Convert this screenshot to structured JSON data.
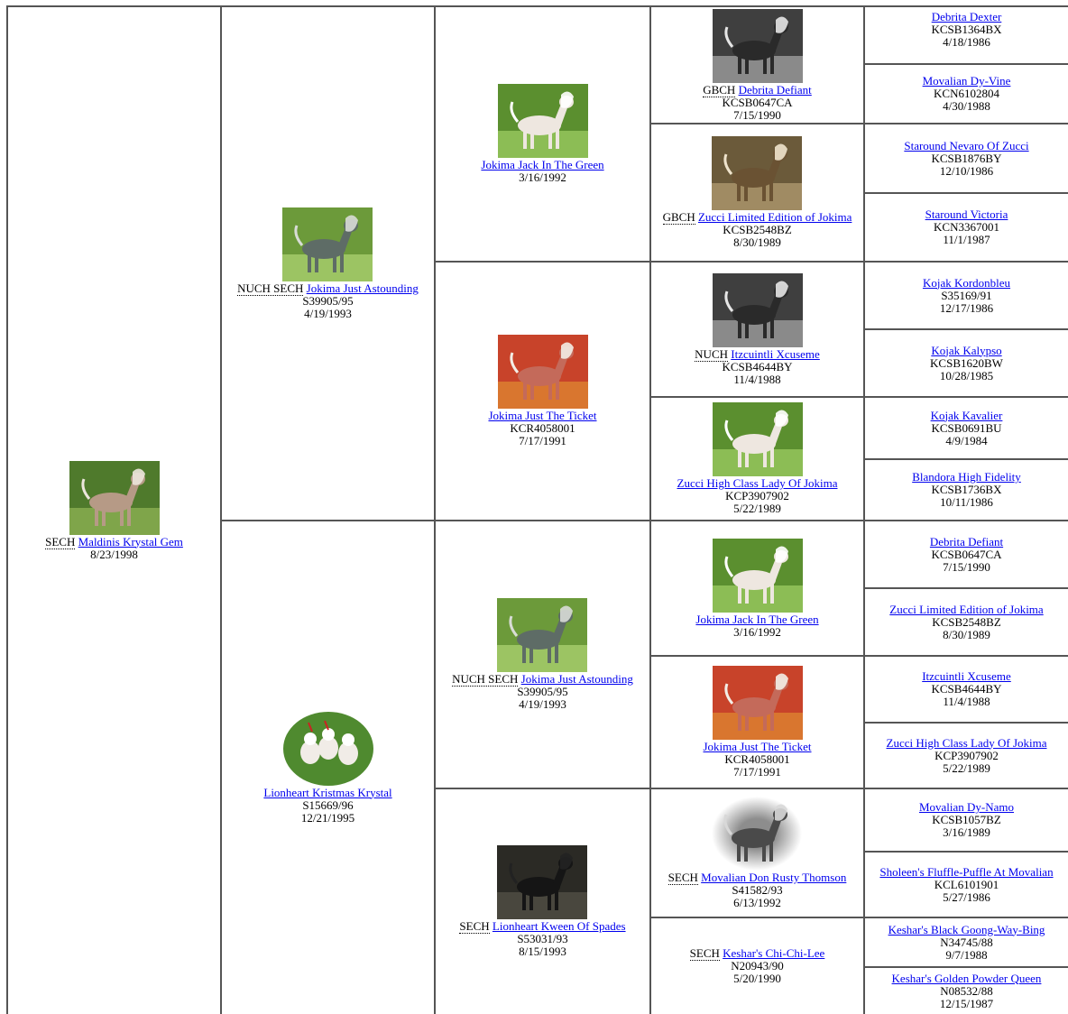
{
  "pedigree": {
    "subject": {
      "title": "SECH",
      "name": "Maldinis Krystal Gem",
      "reg": "",
      "dob": "8/23/1998",
      "photo": "dog-photo-grass"
    },
    "sire": {
      "title": "NUCH SECH",
      "name": "Jokima Just Astounding",
      "reg": "S39905/95",
      "dob": "4/19/1993",
      "photo": "dog-photo-grey"
    },
    "dam": {
      "title": "",
      "name": "Lionheart Kristmas Krystal",
      "reg": "S15669/96",
      "dob": "12/21/1995",
      "photo": "dog-photo-oval-group"
    },
    "gen3": [
      {
        "title": "",
        "name": "Jokima Jack In The Green",
        "reg": "",
        "dob": "3/16/1992",
        "photo": "dog-photo-white"
      },
      {
        "title": "",
        "name": "Jokima Just The Ticket",
        "reg": "KCR4058001",
        "dob": "7/17/1991",
        "photo": "dog-photo-red"
      },
      {
        "title": "NUCH SECH",
        "name": "Jokima Just Astounding",
        "reg": "S39905/95",
        "dob": "4/19/1993",
        "photo": "dog-photo-grey"
      },
      {
        "title": "SECH",
        "name": "Lionheart Kween Of Spades",
        "reg": "S53031/93",
        "dob": "8/15/1993",
        "photo": "dog-photo-black"
      }
    ],
    "gen4": [
      {
        "title": "GBCH",
        "name": "Debrita Defiant",
        "reg": "KCSB0647CA",
        "dob": "7/15/1990",
        "photo": "dog-photo-bw"
      },
      {
        "title": "GBCH",
        "name": "Zucci Limited Edition of Jokima",
        "reg": "KCSB2548BZ",
        "dob": "8/30/1989",
        "photo": "dog-photo-sepia"
      },
      {
        "title": "NUCH",
        "name": "Itzcuintli Xcuseme",
        "reg": "KCSB4644BY",
        "dob": "11/4/1988",
        "photo": "dog-photo-bw"
      },
      {
        "title": "",
        "name": "Zucci High Class Lady Of Jokima",
        "reg": "KCP3907902",
        "dob": "5/22/1989",
        "photo": "dog-photo-white"
      },
      {
        "title": "",
        "name": "Jokima Jack In The Green",
        "reg": "",
        "dob": "3/16/1992",
        "photo": "dog-photo-white"
      },
      {
        "title": "",
        "name": "Jokima Just The Ticket",
        "reg": "KCR4058001",
        "dob": "7/17/1991",
        "photo": "dog-photo-red"
      },
      {
        "title": "SECH",
        "name": "Movalian Don Rusty Thomson",
        "reg": "S41582/93",
        "dob": "6/13/1992",
        "photo": "dog-photo-vignette"
      },
      {
        "title": "SECH",
        "name": "Keshar's Chi-Chi-Lee",
        "reg": "N20943/90",
        "dob": "5/20/1990",
        "photo": ""
      }
    ],
    "gen5": [
      {
        "name": "Debrita Dexter",
        "reg": "KCSB1364BX",
        "dob": "4/18/1986"
      },
      {
        "name": "Movalian Dy-Vine",
        "reg": "KCN6102804",
        "dob": "4/30/1988"
      },
      {
        "name": "Staround Nevaro Of Zucci",
        "reg": "KCSB1876BY",
        "dob": "12/10/1986"
      },
      {
        "name": "Staround Victoria",
        "reg": "KCN3367001",
        "dob": "11/1/1987"
      },
      {
        "name": "Kojak Kordonbleu",
        "reg": "S35169/91",
        "dob": "12/17/1986"
      },
      {
        "name": "Kojak Kalypso",
        "reg": "KCSB1620BW",
        "dob": "10/28/1985"
      },
      {
        "name": "Kojak Kavalier",
        "reg": "KCSB0691BU",
        "dob": "4/9/1984"
      },
      {
        "name": "Blandora High Fidelity",
        "reg": "KCSB1736BX",
        "dob": "10/11/1986"
      },
      {
        "name": "Debrita Defiant",
        "reg": "KCSB0647CA",
        "dob": "7/15/1990"
      },
      {
        "name": "Zucci Limited Edition of Jokima",
        "reg": "KCSB2548BZ",
        "dob": "8/30/1989"
      },
      {
        "name": "Itzcuintli Xcuseme",
        "reg": "KCSB4644BY",
        "dob": "11/4/1988"
      },
      {
        "name": "Zucci High Class Lady Of Jokima",
        "reg": "KCP3907902",
        "dob": "5/22/1989"
      },
      {
        "name": "Movalian Dy-Namo",
        "reg": "KCSB1057BZ",
        "dob": "3/16/1989"
      },
      {
        "name": "Sholeen's Fluffle-Puffle At Movalian",
        "reg": "KCL6101901",
        "dob": "5/27/1986"
      },
      {
        "name": "Keshar's Black Goong-Way-Bing",
        "reg": "N34745/88",
        "dob": "9/7/1988"
      },
      {
        "name": "Keshar's Golden Powder Queen",
        "reg": "N08532/88",
        "dob": "12/15/1987"
      }
    ]
  }
}
